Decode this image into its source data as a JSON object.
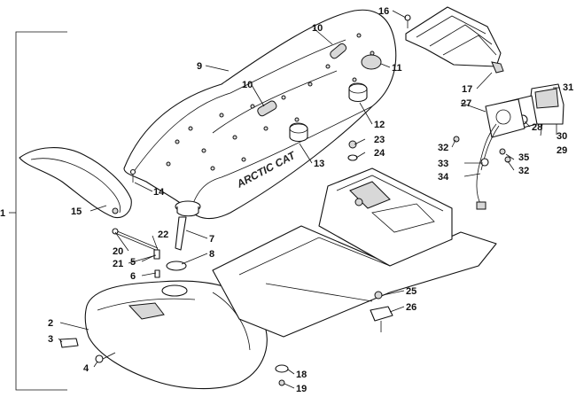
{
  "diagram": {
    "brand_text": "ARCTIC CAT",
    "callouts": [
      {
        "id": "c1",
        "text": "1"
      },
      {
        "id": "c2",
        "text": "2"
      },
      {
        "id": "c3",
        "text": "3"
      },
      {
        "id": "c4",
        "text": "4"
      },
      {
        "id": "c5",
        "text": "5"
      },
      {
        "id": "c6",
        "text": "6"
      },
      {
        "id": "c7",
        "text": "7"
      },
      {
        "id": "c8",
        "text": "8"
      },
      {
        "id": "c9",
        "text": "9"
      },
      {
        "id": "c10a",
        "text": "10"
      },
      {
        "id": "c10b",
        "text": "10"
      },
      {
        "id": "c11",
        "text": "11"
      },
      {
        "id": "c12",
        "text": "12"
      },
      {
        "id": "c13",
        "text": "13"
      },
      {
        "id": "c14",
        "text": "14"
      },
      {
        "id": "c15",
        "text": "15"
      },
      {
        "id": "c16",
        "text": "16"
      },
      {
        "id": "c17",
        "text": "17"
      },
      {
        "id": "c18",
        "text": "18"
      },
      {
        "id": "c19",
        "text": "19"
      },
      {
        "id": "c20",
        "text": "20"
      },
      {
        "id": "c21",
        "text": "21"
      },
      {
        "id": "c22",
        "text": "22"
      },
      {
        "id": "c23",
        "text": "23"
      },
      {
        "id": "c24",
        "text": "24"
      },
      {
        "id": "c25",
        "text": "25"
      },
      {
        "id": "c26",
        "text": "26"
      },
      {
        "id": "c27",
        "text": "27"
      },
      {
        "id": "c28",
        "text": "28"
      },
      {
        "id": "c29",
        "text": "29"
      },
      {
        "id": "c30",
        "text": "30"
      },
      {
        "id": "c31",
        "text": "31"
      },
      {
        "id": "c32a",
        "text": "32"
      },
      {
        "id": "c32b",
        "text": "32"
      },
      {
        "id": "c33",
        "text": "33"
      },
      {
        "id": "c34",
        "text": "34"
      },
      {
        "id": "c35",
        "text": "35"
      }
    ]
  }
}
